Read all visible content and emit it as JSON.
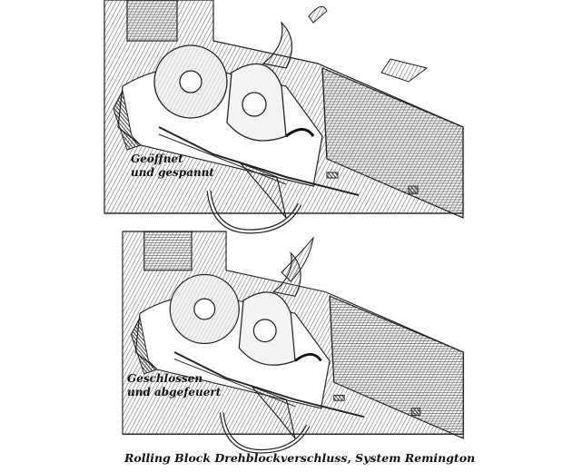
{
  "figures": [
    {
      "caption_line1": "Geöffnet",
      "caption_line2": "und gespannt"
    },
    {
      "caption_line1": "Geschlossen",
      "caption_line2": "und abgefeuert"
    }
  ],
  "title": "Rolling Block Drehblockverschluss, System Remington",
  "colors": {
    "ink": "#222222",
    "paper": "#ffffff",
    "shade": "#e8e8e8"
  }
}
